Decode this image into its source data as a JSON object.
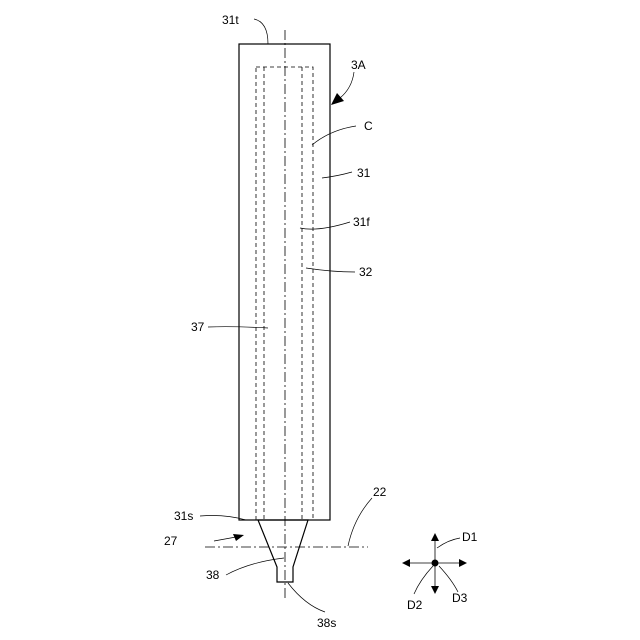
{
  "labels": {
    "top_end": "31t",
    "assembly": "3A",
    "axis": "C",
    "body": "31",
    "inner_face": "31f",
    "inner_member": "32",
    "cavity": "37",
    "bottom_end": "31s",
    "reference_plane": "22",
    "region": "27",
    "tip": "38",
    "tip_end": "38s",
    "dir1": "D1",
    "dir2": "D2",
    "dir3": "D3"
  }
}
